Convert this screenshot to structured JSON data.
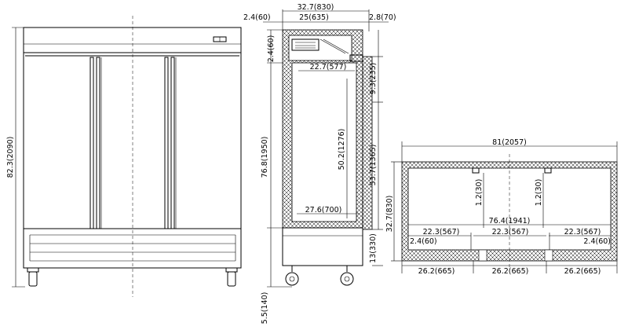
{
  "front_view": {
    "height": "82.3(2090)"
  },
  "side_view": {
    "overall_depth": "32.7(830)",
    "cabinet_depth": "25(635)",
    "left_offset": "2.4(60)",
    "right_offset": "2.8(70)",
    "top_thickness": "2.4(60)",
    "inner_depth_top": "22.7(577)",
    "door_gap": "9.3(235)",
    "cabinet_height": "76.8(1950)",
    "interior_height": "50.2(1276)",
    "door_height": "53.7(1365)",
    "shelf_depth": "27.6(700)",
    "base_height": "13(330)",
    "caster_height": "5.5(140)"
  },
  "top_view": {
    "overall_width": "81(2057)",
    "depth": "32.7(830)",
    "interior_width": "76.4(1941)",
    "bracket_left": "1.2(30)",
    "bracket_right": "1.2(30)",
    "section_1": "22.3(567)",
    "section_2": "22.3(567)",
    "section_3": "22.3(567)",
    "wall_left": "2.4(60)",
    "wall_right": "2.4(60)",
    "door_1": "26.2(665)",
    "door_2": "26.2(665)",
    "door_3": "26.2(665)"
  }
}
